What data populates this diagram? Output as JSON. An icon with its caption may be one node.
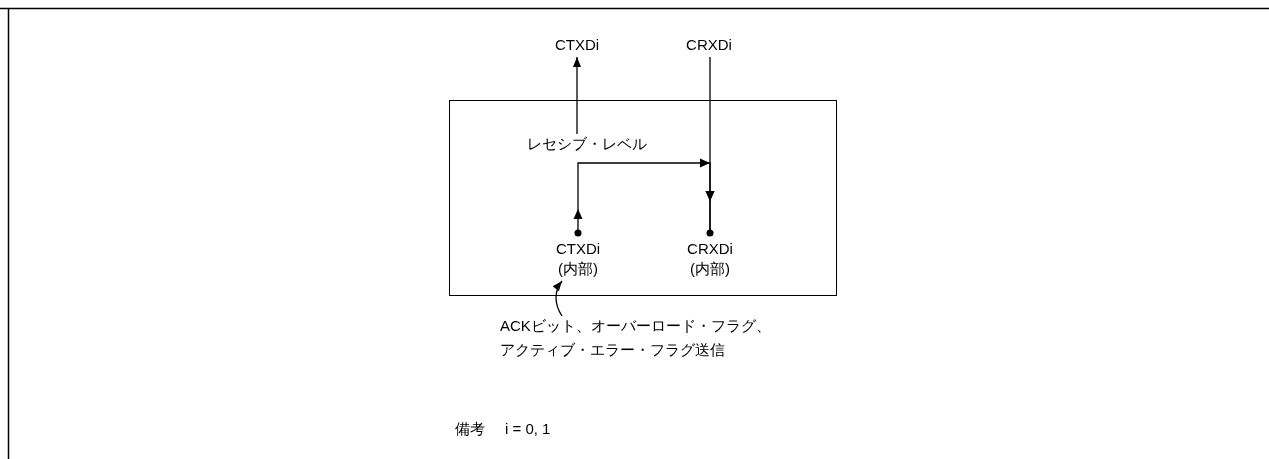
{
  "diagram": {
    "nodes": [
      {
        "text": [],
        "shape": "box"
      },
      {
        "text": [
          "CTXDi"
        ]
      },
      {
        "text": [
          "CRXDi"
        ]
      },
      {
        "text": [
          "レセシブ・レベル"
        ],
        "in": 0
      },
      {
        "text": [
          "CTXDi",
          "(内部)"
        ],
        "in": 0
      },
      {
        "text": [
          "CRXDi",
          "(内部)"
        ],
        "in": 0
      },
      {
        "text": [
          "ACKビット、オーバーロード・フラグ、アクティブ・エラー・フラグ送信"
        ]
      }
    ],
    "edges": [
      {
        "from": 3,
        "to": 1,
        "arrow": "to"
      },
      {
        "from": 2,
        "to": 5,
        "arrow": "to"
      },
      {
        "from": 4,
        "to": 5,
        "arrow": "to"
      },
      {
        "from": 6,
        "to": 4,
        "arrow": "to"
      }
    ],
    "labels": [
      "備考",
      "i = 0, 1"
    ]
  }
}
